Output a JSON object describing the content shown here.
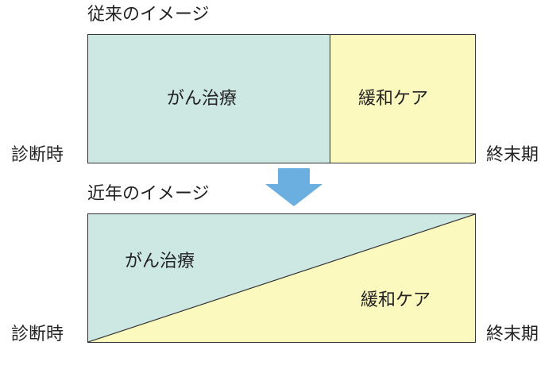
{
  "colors": {
    "cancer_treatment": "#cde8e3",
    "palliative_care": "#fcf9bf",
    "border": "#333333",
    "arrow": "#6aafe0"
  },
  "traditional": {
    "title": "従来のイメージ",
    "start_label": "診断時",
    "end_label": "終末期",
    "cancer_treatment_label": "がん治療",
    "palliative_care_label": "緩和ケア"
  },
  "recent": {
    "title": "近年のイメージ",
    "start_label": "診断時",
    "end_label": "終末期",
    "cancer_treatment_label": "がん治療",
    "palliative_care_label": "緩和ケア"
  },
  "transition_arrow_icon": "down-arrow-icon"
}
